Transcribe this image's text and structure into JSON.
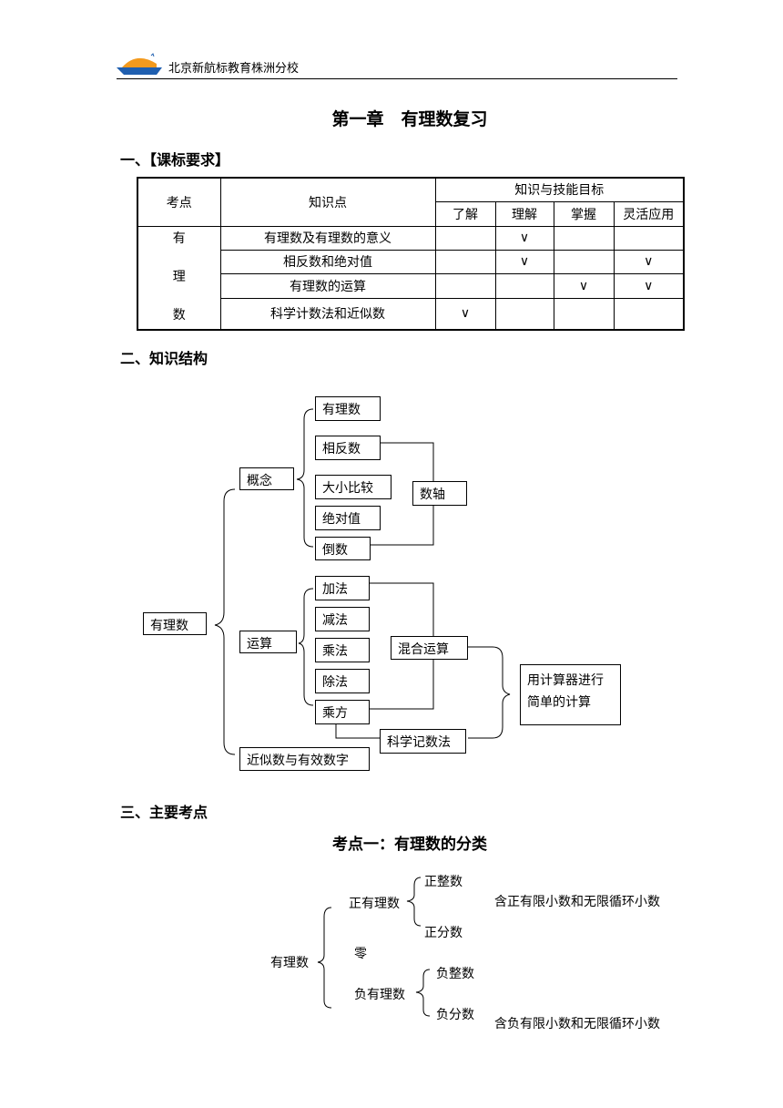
{
  "header": {
    "org_name": "北京新航标教育株洲分校"
  },
  "page_title": "第一章　有理数复习",
  "sections": {
    "s1": "一、【课标要求】",
    "s2": "二、知识结构",
    "s3": "三、主要考点"
  },
  "requirements_table": {
    "col_point": "考点",
    "col_knowledge": "知识点",
    "col_goals": "知识与技能目标",
    "levels": [
      "了解",
      "理解",
      "掌握",
      "灵活应用"
    ],
    "row_group_chars": [
      "有",
      "理",
      "数"
    ],
    "rows": [
      {
        "name": "有理数及有理数的意义",
        "marks": [
          "",
          "∨",
          "",
          ""
        ]
      },
      {
        "name": "相反数和绝对值",
        "marks": [
          "",
          "∨",
          "",
          "∨"
        ]
      },
      {
        "name": "有理数的运算",
        "marks": [
          "",
          "",
          "∨",
          "∨"
        ]
      },
      {
        "name": "科学计数法和近似数",
        "marks": [
          "∨",
          "",
          "",
          ""
        ]
      }
    ]
  },
  "structure": {
    "root": "有理数",
    "concept": "概念",
    "concept_items": [
      "有理数",
      "相反数",
      "大小比较",
      "绝对值",
      "倒数"
    ],
    "number_line": "数轴",
    "operations": "运算",
    "operation_items": [
      "加法",
      "减法",
      "乘法",
      "除法",
      "乘方"
    ],
    "mixed": "混合运算",
    "scientific": "科学记数法",
    "calculator": [
      "用计算器进行",
      "简单的计算"
    ],
    "approx": "近似数与有效数字"
  },
  "classification": {
    "title": "考点一：有理数的分类",
    "root": "有理数",
    "positive": "正有理数",
    "positive_int": "正整数",
    "positive_frac": "正分数",
    "zero": "零",
    "negative": "负有理数",
    "negative_int": "负整数",
    "negative_frac": "负分数",
    "note_positive": "含正有限小数和无限循环小数",
    "note_negative": "含负有限小数和无限循环小数"
  }
}
